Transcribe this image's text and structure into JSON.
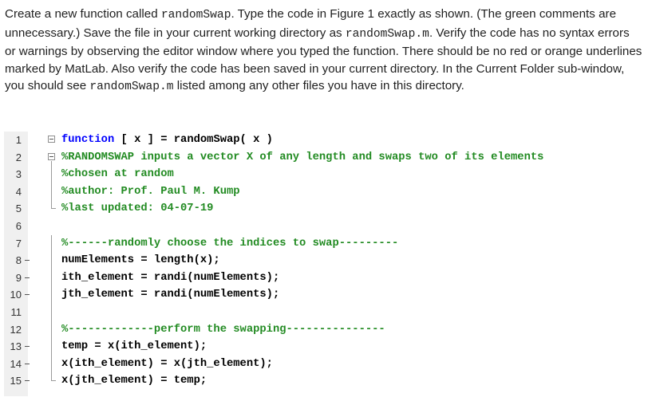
{
  "instructions": {
    "p1": "Create a new function called ",
    "c1": "randomSwap",
    "p2": ".  Type the code in Figure 1 exactly as shown.  (The green comments are unnecessary.)  Save the file in your current working directory as ",
    "c2": "randomSwap.m",
    "p3": ".  Verify the code has no syntax errors or warnings by observing the editor window where you typed the function.  There should be no red or orange underlines marked by MatLab.  Also verify the code has been saved in your current directory.  In the Current Folder sub-window, you should see ",
    "c3": "randomSwap.m",
    "p4": " listed among any other files you have in this directory."
  },
  "editor": {
    "lines": [
      {
        "n": "1",
        "kw": "function",
        "text": " [ x ] = randomSwap( x )"
      },
      {
        "n": "2",
        "text": "%RANDOMSWAP inputs a vector X of any length and swaps two of its elements"
      },
      {
        "n": "3",
        "text": "%chosen at random"
      },
      {
        "n": "4",
        "text": "%author: Prof. Paul M. Kump"
      },
      {
        "n": "5",
        "text": "%last updated: 04-07-19"
      },
      {
        "n": "6",
        "text": ""
      },
      {
        "n": "7",
        "text": "%------randomly choose the indices to swap---------"
      },
      {
        "n": "8",
        "text": "numElements = length(x);"
      },
      {
        "n": "9",
        "text": "ith_element = randi(numElements);"
      },
      {
        "n": "10",
        "text": "jth_element = randi(numElements);"
      },
      {
        "n": "11",
        "text": ""
      },
      {
        "n": "12",
        "text": "%-------------perform the swapping---------------"
      },
      {
        "n": "13",
        "text": "temp = x(ith_element);"
      },
      {
        "n": "14",
        "text": "x(ith_element) = x(jth_element);"
      },
      {
        "n": "15",
        "text": "x(jth_element) = temp;"
      }
    ]
  },
  "colors": {
    "keyword": "#0000ff",
    "comment": "#228b22",
    "code": "#000000"
  }
}
